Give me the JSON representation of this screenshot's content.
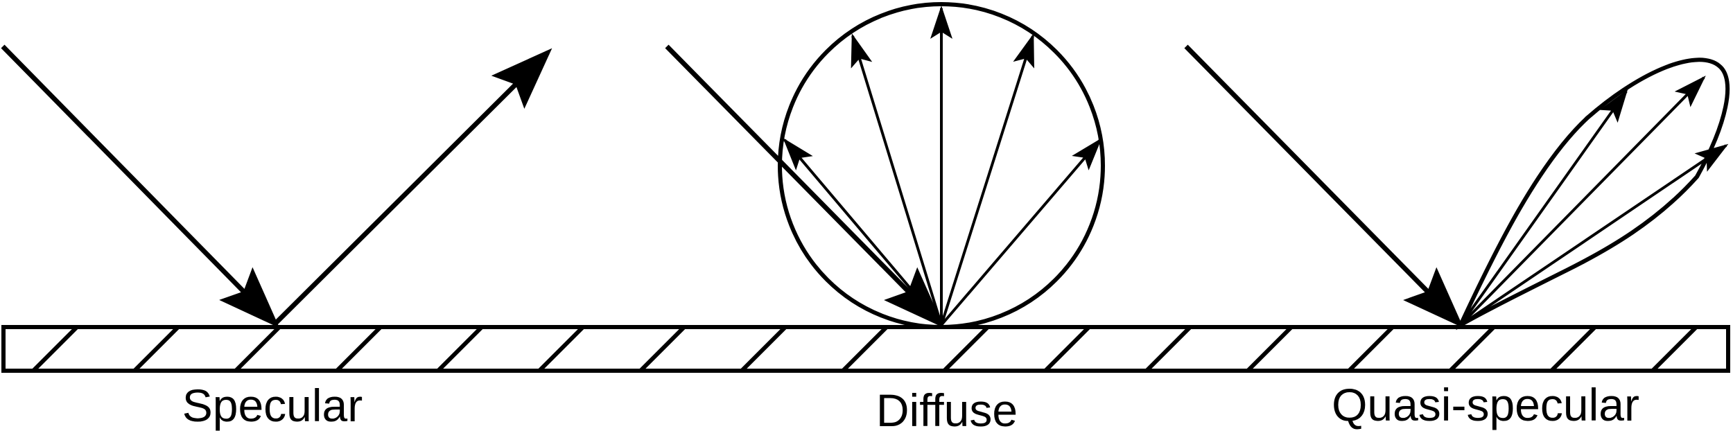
{
  "captions": {
    "specular": "Specular",
    "diffuse": "Diffuse",
    "quasi_specular": "Quasi-specular"
  },
  "colors": {
    "stroke": "#000000",
    "background": "#ffffff"
  },
  "icons": {
    "incident_ray": "arrow-icon",
    "reflected_ray": "arrow-icon",
    "surface": "hatched-surface"
  }
}
